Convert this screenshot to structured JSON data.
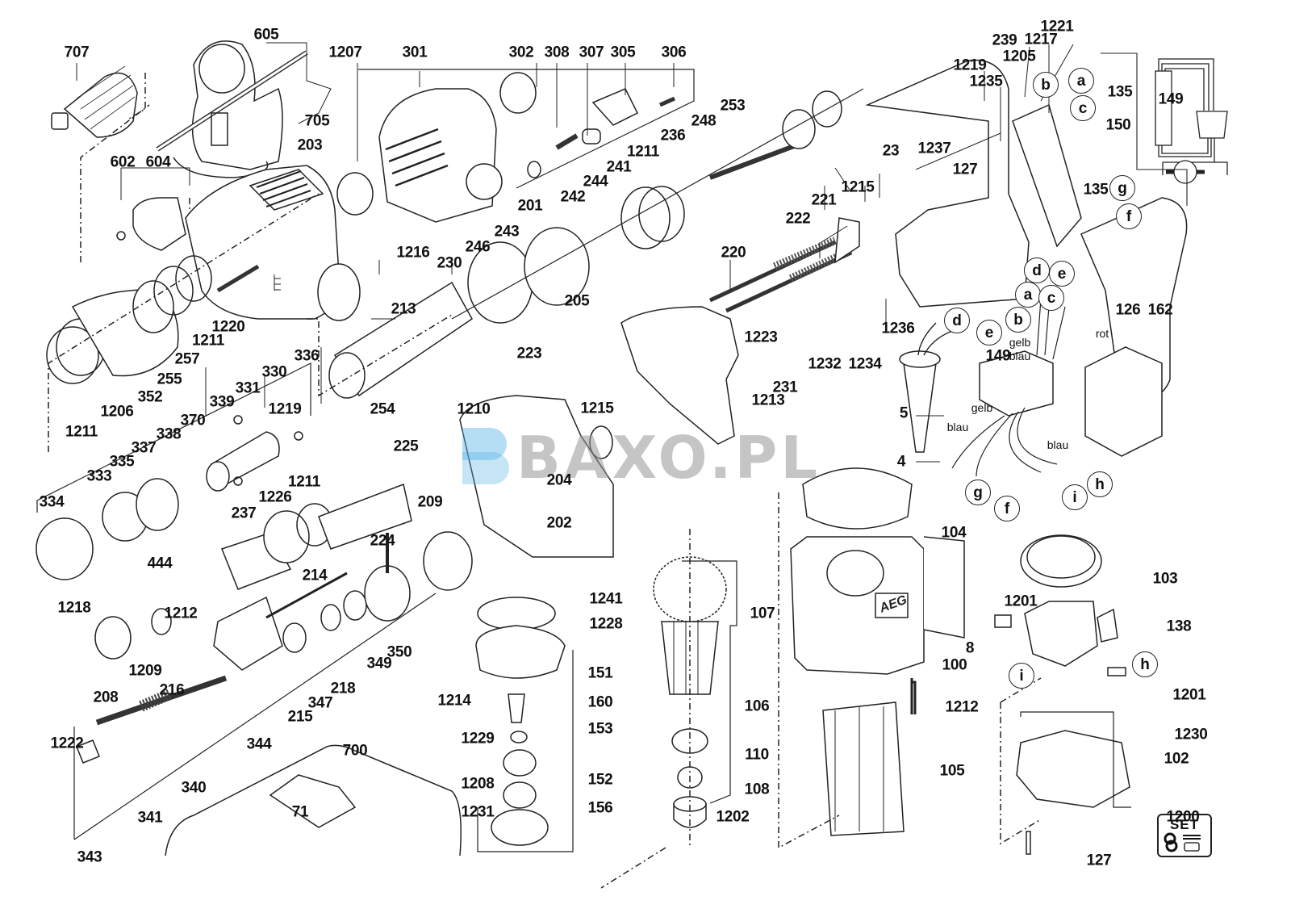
{
  "diagram": {
    "title": "Exploded parts diagram – rotary hammer",
    "watermark": "BAXO.PL",
    "brand_on_housing": "AEG",
    "set_badge": {
      "part": "1200",
      "text": "SET"
    },
    "part_labels": [
      {
        "id": "707"
      },
      {
        "id": "605"
      },
      {
        "id": "705"
      },
      {
        "id": "203"
      },
      {
        "id": "602"
      },
      {
        "id": "604"
      },
      {
        "id": "1207"
      },
      {
        "id": "301"
      },
      {
        "id": "302"
      },
      {
        "id": "308"
      },
      {
        "id": "307"
      },
      {
        "id": "305"
      },
      {
        "id": "306"
      },
      {
        "id": "201"
      },
      {
        "id": "1216"
      },
      {
        "id": "213"
      },
      {
        "id": "1220"
      },
      {
        "id": "1211-a"
      },
      {
        "id": "257"
      },
      {
        "id": "255"
      },
      {
        "id": "352"
      },
      {
        "id": "1206"
      },
      {
        "id": "1211-b"
      },
      {
        "id": "239"
      },
      {
        "id": "1217"
      },
      {
        "id": "1221"
      },
      {
        "id": "1205"
      },
      {
        "id": "1219-a"
      },
      {
        "id": "1235"
      },
      {
        "id": "253"
      },
      {
        "id": "248"
      },
      {
        "id": "236"
      },
      {
        "id": "1211-c"
      },
      {
        "id": "241"
      },
      {
        "id": "244"
      },
      {
        "id": "242"
      },
      {
        "id": "243"
      },
      {
        "id": "246"
      },
      {
        "id": "230"
      },
      {
        "id": "254"
      },
      {
        "id": "23"
      },
      {
        "id": "1237"
      },
      {
        "id": "127-a"
      },
      {
        "id": "1215-a"
      },
      {
        "id": "221"
      },
      {
        "id": "222"
      },
      {
        "id": "220"
      },
      {
        "id": "1236"
      },
      {
        "id": "135-a"
      },
      {
        "id": "149-a"
      },
      {
        "id": "150"
      },
      {
        "id": "135-b"
      },
      {
        "id": "126"
      },
      {
        "id": "162"
      },
      {
        "id": "149-b"
      },
      {
        "id": "5"
      },
      {
        "id": "4"
      },
      {
        "id": "336"
      },
      {
        "id": "330"
      },
      {
        "id": "331"
      },
      {
        "id": "339"
      },
      {
        "id": "1219-b"
      },
      {
        "id": "370"
      },
      {
        "id": "338"
      },
      {
        "id": "337"
      },
      {
        "id": "335"
      },
      {
        "id": "333"
      },
      {
        "id": "334"
      },
      {
        "id": "1211-d"
      },
      {
        "id": "1226"
      },
      {
        "id": "237"
      },
      {
        "id": "444"
      },
      {
        "id": "1218"
      },
      {
        "id": "1212-a"
      },
      {
        "id": "1209"
      },
      {
        "id": "208"
      },
      {
        "id": "214"
      },
      {
        "id": "216"
      },
      {
        "id": "218"
      },
      {
        "id": "347"
      },
      {
        "id": "215"
      },
      {
        "id": "344"
      },
      {
        "id": "349"
      },
      {
        "id": "350"
      },
      {
        "id": "1222"
      },
      {
        "id": "341"
      },
      {
        "id": "340"
      },
      {
        "id": "343"
      },
      {
        "id": "700"
      },
      {
        "id": "71"
      },
      {
        "id": "205"
      },
      {
        "id": "1223"
      },
      {
        "id": "223"
      },
      {
        "id": "1232"
      },
      {
        "id": "1234"
      },
      {
        "id": "231"
      },
      {
        "id": "1213"
      },
      {
        "id": "1215-b"
      },
      {
        "id": "1210"
      },
      {
        "id": "225"
      },
      {
        "id": "209"
      },
      {
        "id": "224"
      },
      {
        "id": "204"
      },
      {
        "id": "202"
      },
      {
        "id": "1241"
      },
      {
        "id": "1228"
      },
      {
        "id": "151"
      },
      {
        "id": "160"
      },
      {
        "id": "1214"
      },
      {
        "id": "153"
      },
      {
        "id": "1229"
      },
      {
        "id": "152"
      },
      {
        "id": "1208"
      },
      {
        "id": "1231"
      },
      {
        "id": "156"
      },
      {
        "id": "107"
      },
      {
        "id": "106"
      },
      {
        "id": "110"
      },
      {
        "id": "108"
      },
      {
        "id": "1202"
      },
      {
        "id": "104"
      },
      {
        "id": "8"
      },
      {
        "id": "100"
      },
      {
        "id": "1212-b"
      },
      {
        "id": "105"
      },
      {
        "id": "103"
      },
      {
        "id": "1201-a"
      },
      {
        "id": "138"
      },
      {
        "id": "1201-b"
      },
      {
        "id": "1230"
      },
      {
        "id": "102"
      },
      {
        "id": "127-b"
      },
      {
        "id": "1200"
      }
    ],
    "labels": {
      "l707": "707",
      "l605": "605",
      "l705": "705",
      "l203": "203",
      "l602": "602",
      "l604": "604",
      "l1207": "1207",
      "l301": "301",
      "l302": "302",
      "l308": "308",
      "l307": "307",
      "l305": "305",
      "l306": "306",
      "l201": "201",
      "l1216": "1216",
      "l213": "213",
      "l1220": "1220",
      "l1211a": "1211",
      "l257": "257",
      "l255": "255",
      "l352": "352",
      "l1206": "1206",
      "l1211b": "1211",
      "l239": "239",
      "l1217": "1217",
      "l1221": "1221",
      "l1205": "1205",
      "l1219a": "1219",
      "l1235": "1235",
      "l253": "253",
      "l248": "248",
      "l236": "236",
      "l1211c": "1211",
      "l241": "241",
      "l244": "244",
      "l242": "242",
      "l243": "243",
      "l246": "246",
      "l230": "230",
      "l254": "254",
      "l23": "23",
      "l1237": "1237",
      "l127a": "127",
      "l1215a": "1215",
      "l221": "221",
      "l222": "222",
      "l220": "220",
      "l1236": "1236",
      "l135a": "135",
      "l149a": "149",
      "l150": "150",
      "l135b": "135",
      "l126": "126",
      "l162": "162",
      "l149b": "149",
      "l5": "5",
      "l4": "4",
      "l336": "336",
      "l330": "330",
      "l331": "331",
      "l339": "339",
      "l1219b": "1219",
      "l370": "370",
      "l338": "338",
      "l337": "337",
      "l335": "335",
      "l333": "333",
      "l334": "334",
      "l1211d": "1211",
      "l1226": "1226",
      "l237": "237",
      "l444": "444",
      "l1218": "1218",
      "l1212a": "1212",
      "l1209": "1209",
      "l208": "208",
      "l214": "214",
      "l216": "216",
      "l218": "218",
      "l347": "347",
      "l215": "215",
      "l344": "344",
      "l349": "349",
      "l350": "350",
      "l1222": "1222",
      "l341": "341",
      "l340": "340",
      "l343": "343",
      "l700": "700",
      "l71": "71",
      "l205": "205",
      "l1223": "1223",
      "l223": "223",
      "l1232": "1232",
      "l1234": "1234",
      "l231": "231",
      "l1213": "1213",
      "l1215b": "1215",
      "l1210": "1210",
      "l225": "225",
      "l209": "209",
      "l224": "224",
      "l204": "204",
      "l202": "202",
      "l1241": "1241",
      "l1228": "1228",
      "l151": "151",
      "l160": "160",
      "l1214": "1214",
      "l153": "153",
      "l1229": "1229",
      "l152": "152",
      "l1208": "1208",
      "l1231": "1231",
      "l156": "156",
      "l107": "107",
      "l106": "106",
      "l110": "110",
      "l108": "108",
      "l1202": "1202",
      "l104": "104",
      "l8": "8",
      "l100": "100",
      "l1212b": "1212",
      "l105": "105",
      "l103": "103",
      "l1201a": "1201",
      "l138": "138",
      "l1201b": "1201",
      "l1230": "1230",
      "l102": "102",
      "l127b": "127",
      "l1200": "1200"
    },
    "connectors": {
      "top_b": "b",
      "top_a": "a",
      "top_c": "c",
      "top_g": "g",
      "top_f": "f",
      "top_d": "d",
      "top_e": "e",
      "mid_a": "a",
      "mid_c": "c",
      "mid_b": "b",
      "mid_d": "d",
      "mid_e": "e",
      "low_g": "g",
      "low_f": "f",
      "low_i": "i",
      "low_h": "h",
      "brush_i": "i",
      "brush_h": "h"
    },
    "wire_colors": {
      "gelb_1": "gelb",
      "blau_1": "blau",
      "rot": "rot",
      "gelb_2": "gelb",
      "blau_2": "blau",
      "blau_3": "blau"
    }
  }
}
